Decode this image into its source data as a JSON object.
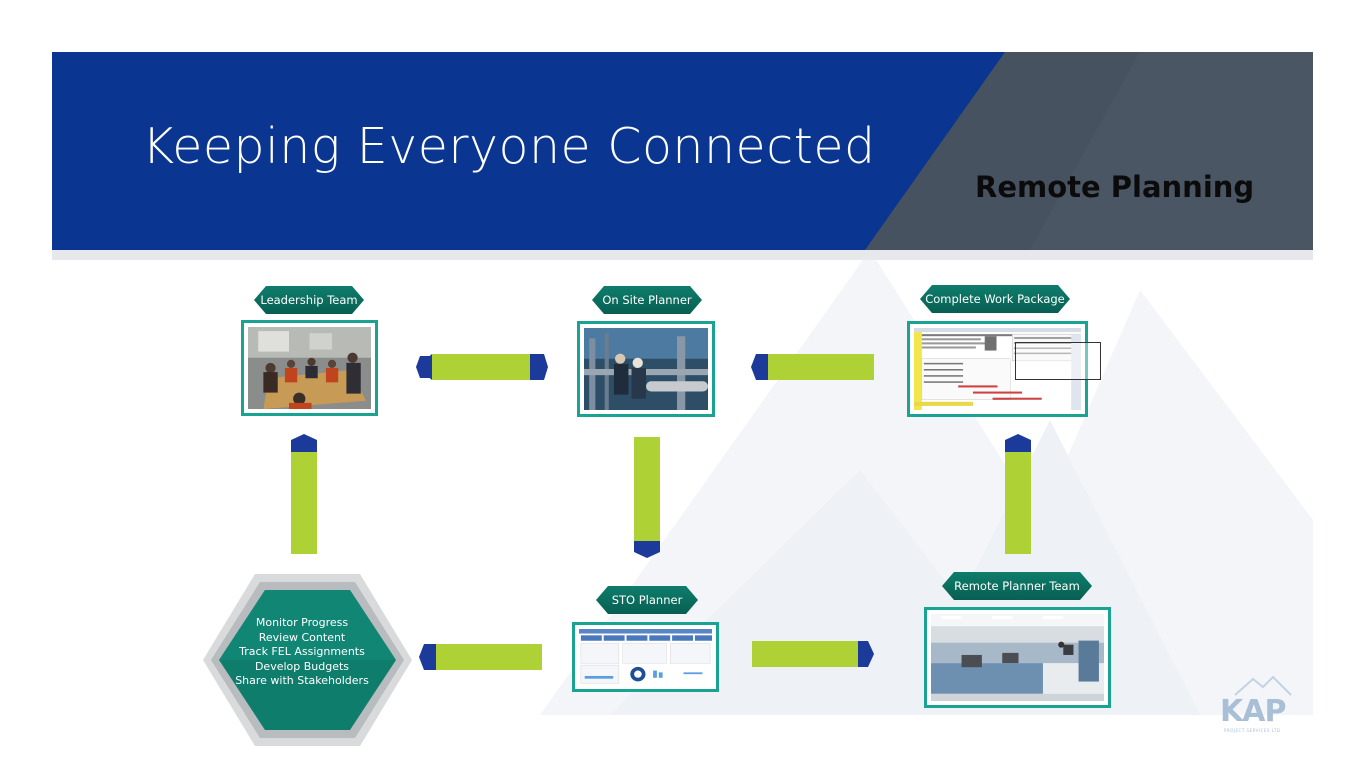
{
  "header": {
    "title": "Keeping Everyone Connected",
    "subtitle": "Remote Planning"
  },
  "nodes": {
    "leadership": {
      "label": "Leadership Team",
      "image": "meeting-room-photo"
    },
    "onsite": {
      "label": "On Site Planner",
      "image": "industrial-plant-photo"
    },
    "workpackage": {
      "label": "Complete Work Package",
      "image": "schedule-spreadsheet-screenshot"
    },
    "sto": {
      "label": "STO Planner",
      "image": "dashboard-screenshot"
    },
    "remote": {
      "label": "Remote Planner Team",
      "image": "office-cubicles-photo"
    }
  },
  "hub": {
    "items": [
      "Monitor Progress",
      "Review Content",
      "Track FEL Assignments",
      "Develop Budgets",
      "Share with Stakeholders"
    ]
  },
  "logo": {
    "text": "KAP",
    "tagline": "PROJECT SERVICES LTD"
  },
  "colors": {
    "header_blue": "#0a3590",
    "header_gray": "#475260",
    "teal": "#0f7d6c",
    "arrow_green": "#aed136",
    "arrow_tip_blue": "#1b3a9a"
  }
}
